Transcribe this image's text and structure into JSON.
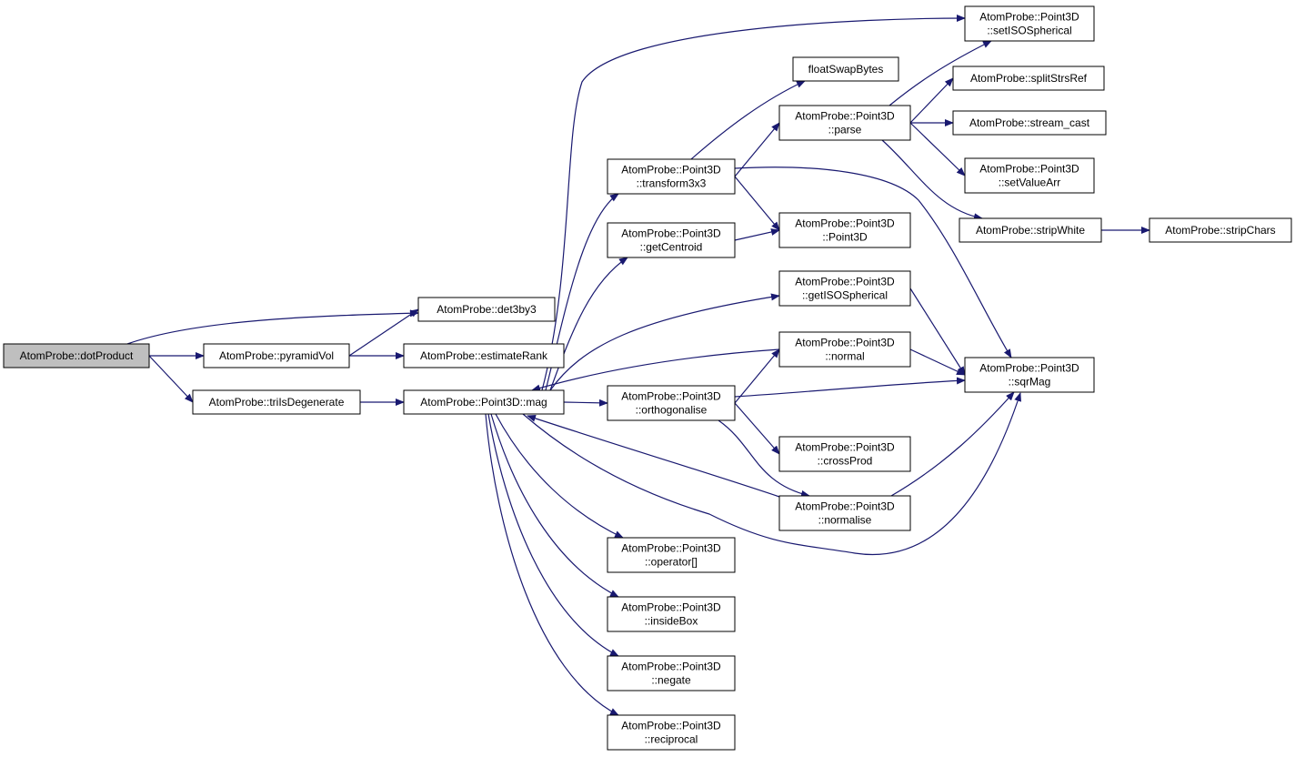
{
  "colors": {
    "edge": "#191970",
    "node_fill": "#ffffff",
    "root_fill": "#bfbfbf",
    "node_border": "#000000"
  },
  "nodes": {
    "dotProduct": {
      "lines": [
        "AtomProbe::dotProduct"
      ],
      "root": true
    },
    "det3by3": {
      "lines": [
        "AtomProbe::det3by3"
      ]
    },
    "pyramidVol": {
      "lines": [
        "AtomProbe::pyramidVol"
      ]
    },
    "triIsDegenerate": {
      "lines": [
        "AtomProbe::triIsDegenerate"
      ]
    },
    "estimateRank": {
      "lines": [
        "AtomProbe::estimateRank"
      ]
    },
    "mag": {
      "lines": [
        "AtomProbe::Point3D::mag"
      ]
    },
    "transform3x3": {
      "lines": [
        "AtomProbe::Point3D",
        "::transform3x3"
      ]
    },
    "getCentroid": {
      "lines": [
        "AtomProbe::Point3D",
        "::getCentroid"
      ]
    },
    "orthogonalise": {
      "lines": [
        "AtomProbe::Point3D",
        "::orthogonalise"
      ]
    },
    "operatorIndex": {
      "lines": [
        "AtomProbe::Point3D",
        "::operator[]"
      ]
    },
    "insideBox": {
      "lines": [
        "AtomProbe::Point3D",
        "::insideBox"
      ]
    },
    "negate": {
      "lines": [
        "AtomProbe::Point3D",
        "::negate"
      ]
    },
    "reciprocal": {
      "lines": [
        "AtomProbe::Point3D",
        "::reciprocal"
      ]
    },
    "floatSwapBytes": {
      "lines": [
        "floatSwapBytes"
      ]
    },
    "parse": {
      "lines": [
        "AtomProbe::Point3D",
        "::parse"
      ]
    },
    "point3dCtor": {
      "lines": [
        "AtomProbe::Point3D",
        "::Point3D"
      ]
    },
    "getISOSpherical": {
      "lines": [
        "AtomProbe::Point3D",
        "::getISOSpherical"
      ]
    },
    "normal": {
      "lines": [
        "AtomProbe::Point3D",
        "::normal"
      ]
    },
    "crossProd": {
      "lines": [
        "AtomProbe::Point3D",
        "::crossProd"
      ]
    },
    "normalise": {
      "lines": [
        "AtomProbe::Point3D",
        "::normalise"
      ]
    },
    "setISOSpherical": {
      "lines": [
        "AtomProbe::Point3D",
        "::setISOSpherical"
      ]
    },
    "splitStrsRef": {
      "lines": [
        "AtomProbe::splitStrsRef"
      ]
    },
    "streamCast": {
      "lines": [
        "AtomProbe::stream_cast"
      ]
    },
    "setValueArr": {
      "lines": [
        "AtomProbe::Point3D",
        "::setValueArr"
      ]
    },
    "stripWhite": {
      "lines": [
        "AtomProbe::stripWhite"
      ]
    },
    "sqrMag": {
      "lines": [
        "AtomProbe::Point3D",
        "::sqrMag"
      ]
    },
    "stripChars": {
      "lines": [
        "AtomProbe::stripChars"
      ]
    }
  },
  "edges": [
    [
      "dotProduct",
      "det3by3"
    ],
    [
      "dotProduct",
      "pyramidVol"
    ],
    [
      "dotProduct",
      "triIsDegenerate"
    ],
    [
      "pyramidVol",
      "det3by3"
    ],
    [
      "pyramidVol",
      "estimateRank"
    ],
    [
      "triIsDegenerate",
      "mag"
    ],
    [
      "mag",
      "transform3x3"
    ],
    [
      "mag",
      "getCentroid"
    ],
    [
      "mag",
      "orthogonalise"
    ],
    [
      "mag",
      "operatorIndex"
    ],
    [
      "mag",
      "insideBox"
    ],
    [
      "mag",
      "negate"
    ],
    [
      "mag",
      "reciprocal"
    ],
    [
      "mag",
      "setISOSpherical"
    ],
    [
      "mag",
      "getISOSpherical"
    ],
    [
      "normal",
      "mag"
    ],
    [
      "normalise",
      "mag"
    ],
    [
      "mag",
      "sqrMag"
    ],
    [
      "transform3x3",
      "floatSwapBytes"
    ],
    [
      "transform3x3",
      "parse"
    ],
    [
      "transform3x3",
      "point3dCtor"
    ],
    [
      "transform3x3",
      "sqrMag"
    ],
    [
      "getCentroid",
      "point3dCtor"
    ],
    [
      "orthogonalise",
      "normal"
    ],
    [
      "orthogonalise",
      "sqrMag"
    ],
    [
      "orthogonalise",
      "crossProd"
    ],
    [
      "orthogonalise",
      "normalise"
    ],
    [
      "parse",
      "setISOSpherical"
    ],
    [
      "parse",
      "splitStrsRef"
    ],
    [
      "parse",
      "streamCast"
    ],
    [
      "parse",
      "setValueArr"
    ],
    [
      "parse",
      "stripWhite"
    ],
    [
      "getISOSpherical",
      "sqrMag"
    ],
    [
      "normal",
      "sqrMag"
    ],
    [
      "normalise",
      "sqrMag"
    ],
    [
      "stripWhite",
      "stripChars"
    ]
  ]
}
